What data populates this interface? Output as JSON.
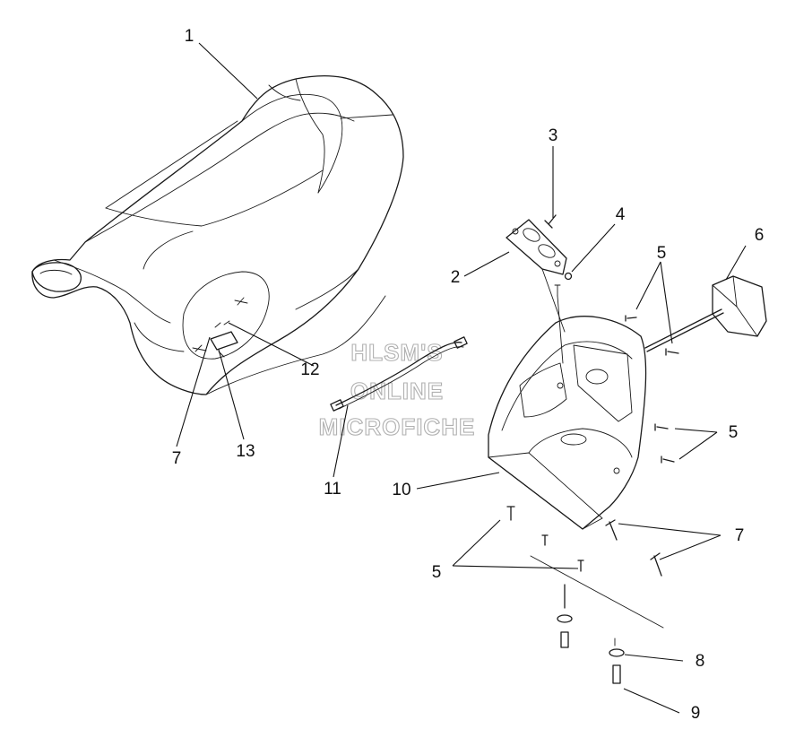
{
  "watermark": {
    "line1": "HLSM'S",
    "line2": "ONLINE",
    "line3": "MICROFICHE",
    "color": "#b0b0b0"
  },
  "callouts": {
    "c1": "1",
    "c2": "2",
    "c3": "3",
    "c4": "4",
    "c5a": "5",
    "c5b": "5",
    "c5c": "5",
    "c6": "6",
    "c7a": "7",
    "c7b": "7",
    "c8": "8",
    "c9": "9",
    "c10": "10",
    "c11": "11",
    "c12": "12",
    "c13": "13"
  },
  "colors": {
    "line": "#1a1a1a",
    "background": "#ffffff"
  }
}
